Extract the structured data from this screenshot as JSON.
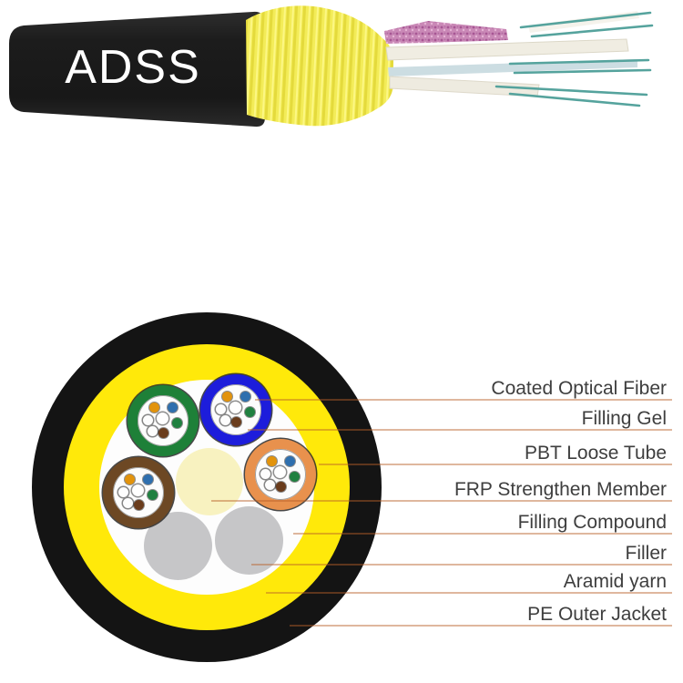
{
  "photo": {
    "product_label": "ADSS"
  },
  "diagram": {
    "labels": [
      {
        "text": "Coated Optical Fiber"
      },
      {
        "text": "Filling Gel"
      },
      {
        "text": "PBT Loose Tube"
      },
      {
        "text": "FRP Strengthen Member"
      },
      {
        "text": "Filling Compound"
      },
      {
        "text": "Filler"
      },
      {
        "text": "Aramid yarn"
      },
      {
        "text": "PE Outer Jacket"
      }
    ],
    "colors": {
      "pe_outer_jacket": "#141414",
      "aramid_yarn": "#ffe90a",
      "filling_compound": "#fdfdfd",
      "frp_strengthen_member": "#f8f2c0",
      "filler": "#c6c6c8",
      "loose_tube_green": "#1e8038",
      "loose_tube_blue": "#1d1ddb",
      "loose_tube_orange": "#e8914d",
      "loose_tube_brown": "#6d4824",
      "leader_line": "#b95f28",
      "label_text": "#3e3e3e"
    }
  }
}
